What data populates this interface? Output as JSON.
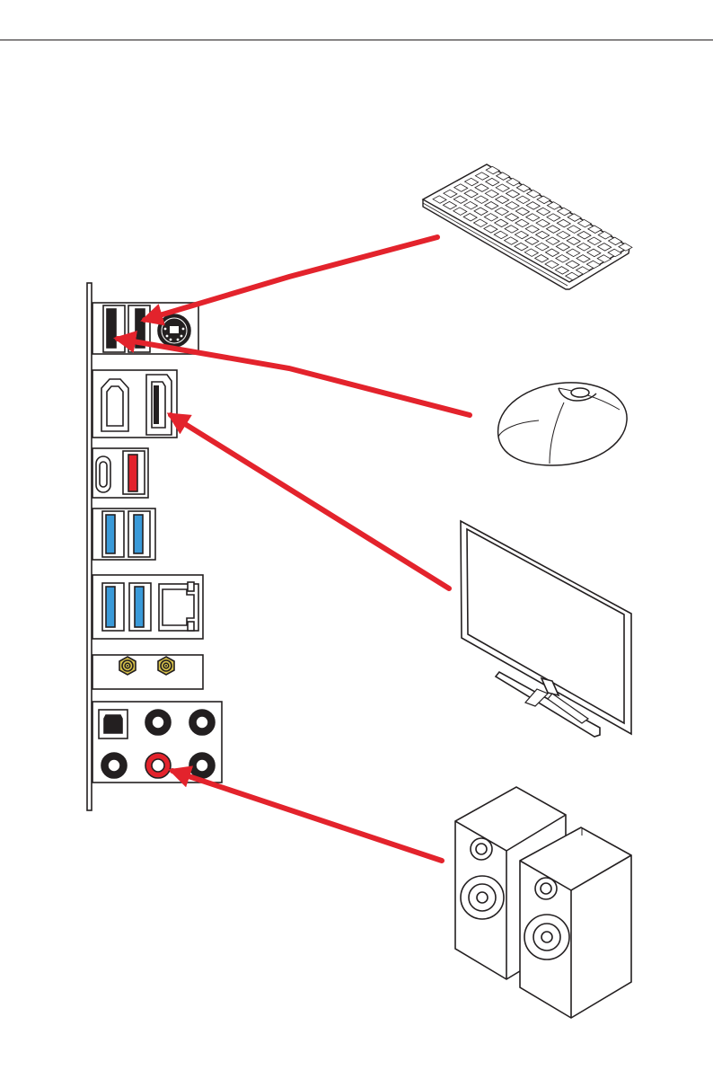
{
  "colors": {
    "arrow": "#e3232c",
    "line": "#231f20",
    "usb3": "#3a9ad9",
    "usb_red": "#e3232c",
    "wifi_gold": "#d8c24a",
    "audio_out": "#e3232c",
    "port_fill": "#ffffff",
    "panel_fill": "#ffffff"
  },
  "io_panel": {
    "ports": [
      "usb2-port",
      "usb2-port",
      "ps2-port",
      "hdmi-port",
      "displayport-port",
      "usb-type-c-port",
      "usb-red-port",
      "usb3-port",
      "usb3-port",
      "usb3-port",
      "usb3-port",
      "lan-port",
      "wifi-antenna-connector",
      "wifi-antenna-connector",
      "optical-spdif-out",
      "audio-jack",
      "audio-jack",
      "audio-jack",
      "audio-jack-line-out",
      "audio-jack"
    ]
  },
  "devices": [
    "keyboard-icon",
    "mouse-icon",
    "monitor-icon",
    "speakers-icon"
  ],
  "connections": [
    {
      "from": "keyboard-icon",
      "to": "usb2-port"
    },
    {
      "from": "mouse-icon",
      "to": "usb2-port"
    },
    {
      "from": "monitor-icon",
      "to": "displayport-port"
    },
    {
      "from": "speakers-icon",
      "to": "audio-jack-line-out"
    }
  ]
}
